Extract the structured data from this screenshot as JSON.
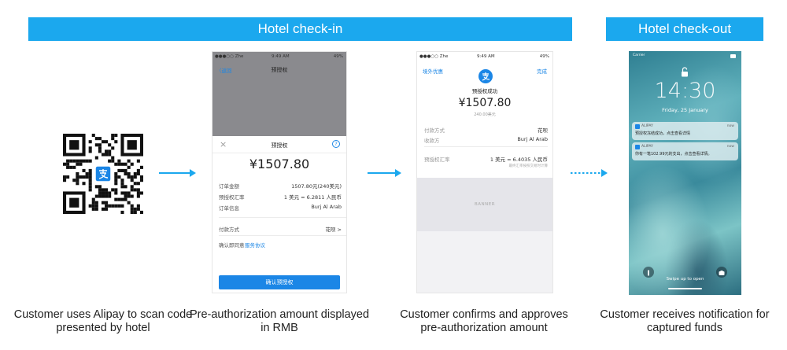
{
  "banners": {
    "checkin": "Hotel check-in",
    "checkout": "Hotel check-out"
  },
  "captions": {
    "step1": "Customer uses Alipay to scan code presented by hotel",
    "step2": "Pre-authorization amount displayed in RMB",
    "step3": "Customer confirms and approves pre-authorization amount",
    "step4": "Customer receives notification for captured funds"
  },
  "phone1": {
    "status_carrier": "●●●○○ Zhe",
    "status_time": "9:49 AM",
    "status_battery": "49%",
    "nav_back": "〈返回",
    "nav_title": "预授权",
    "sheet_close": "×",
    "sheet_title": "预授权",
    "sheet_help": "?",
    "amount": "¥1507.80",
    "rows": [
      {
        "label": "订单金额",
        "value": "1507.80元(240美元)"
      },
      {
        "label": "预授权汇率",
        "value": "1 美元 = 6.2811 人民币"
      },
      {
        "label": "订单信息",
        "value": "Burj Al Arab"
      }
    ],
    "pay_label": "付款方式",
    "pay_value": "花呗 >",
    "agree_text": "确认即同意",
    "agree_link": "服务协议",
    "confirm_button": "确认预授权"
  },
  "phone2": {
    "status_carrier": "●●●○○ Zhe",
    "status_time": "9:49 AM",
    "status_battery": "49%",
    "nav_left": "境外优惠",
    "nav_right": "完成",
    "success": "预授权成功",
    "amount": "¥1507.80",
    "sub_amount": "240.00美元",
    "rows": [
      {
        "label": "付款方式",
        "value": "花呗"
      },
      {
        "label": "收款方",
        "value": "Burj Al Arab"
      },
      {
        "label": "预授权汇率",
        "value": "1 美元 = 6.4035 人民币"
      }
    ],
    "rate_note": "最终汇率按照交易时计算",
    "banner": "BANNER"
  },
  "phone3": {
    "carrier": "Carrier",
    "time": "14:30",
    "date": "Friday, 25 January",
    "notifications": [
      {
        "app": "ALIPAY",
        "when": "now",
        "message": "预授权冻结成功，点击查看详情"
      },
      {
        "app": "ALIPAY",
        "when": "now",
        "message": "你有一笔102.99元的支出，点击查看详情。"
      }
    ],
    "swipe": "Swipe up to open"
  },
  "colors": {
    "accent": "#1ba8ee",
    "button": "#1b86e6"
  },
  "icons": {
    "alipay": "alipay-icon",
    "arrow": "arrow-right-icon",
    "lock": "lock-icon",
    "flashlight": "flashlight-icon",
    "camera": "camera-icon"
  }
}
